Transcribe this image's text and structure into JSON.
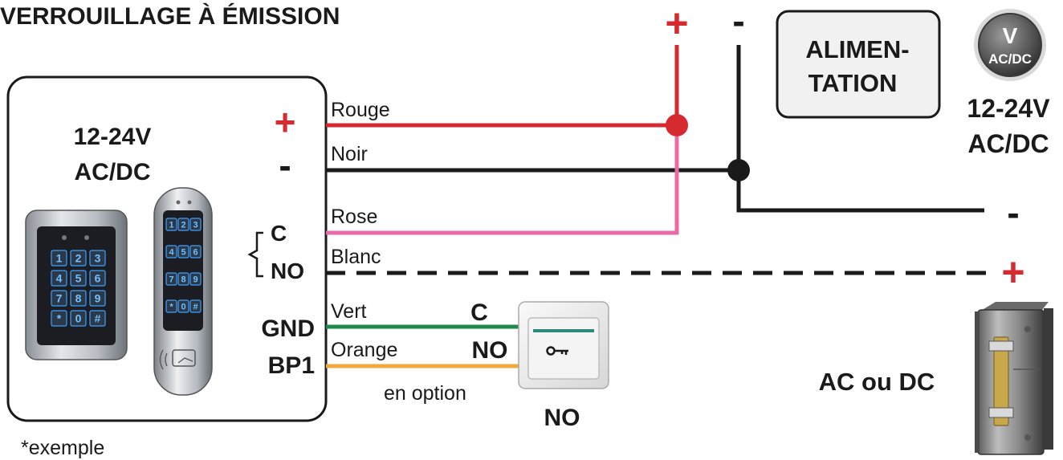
{
  "title": "VERROUILLAGE À ÉMISSION",
  "note": "*exemple",
  "controller": {
    "voltage_line1": "12-24V",
    "voltage_line2": "AC/DC",
    "term_plus": "+",
    "term_minus": "-",
    "term_c": "C",
    "term_no": "NO",
    "term_gnd": "GND",
    "term_bp1": "BP1"
  },
  "keypad_keys": [
    "1",
    "2",
    "3",
    "4",
    "5",
    "6",
    "7",
    "8",
    "9",
    "*",
    "0",
    "#"
  ],
  "wires": {
    "rouge": "Rouge",
    "noir": "Noir",
    "rose": "Rose",
    "blanc": "Blanc",
    "vert": "Vert",
    "orange": "Orange",
    "optional": "en option"
  },
  "power_supply": {
    "plus": "+",
    "minus": "-",
    "label_line1": "ALIMEN-",
    "label_line2": "TATION",
    "badge_top": "V",
    "badge_bottom": "AC/DC",
    "voltage_line1": "12-24V",
    "voltage_line2": "AC/DC"
  },
  "strike": {
    "minus": "-",
    "plus": "+",
    "label": "AC ou DC"
  },
  "button": {
    "c": "C",
    "no": "NO",
    "type": "NO"
  },
  "colors": {
    "red": "#d42a30",
    "black": "#1a1a1a",
    "pink": "#e86aa6",
    "green": "#1f8a4c",
    "orange": "#f2a83b"
  }
}
